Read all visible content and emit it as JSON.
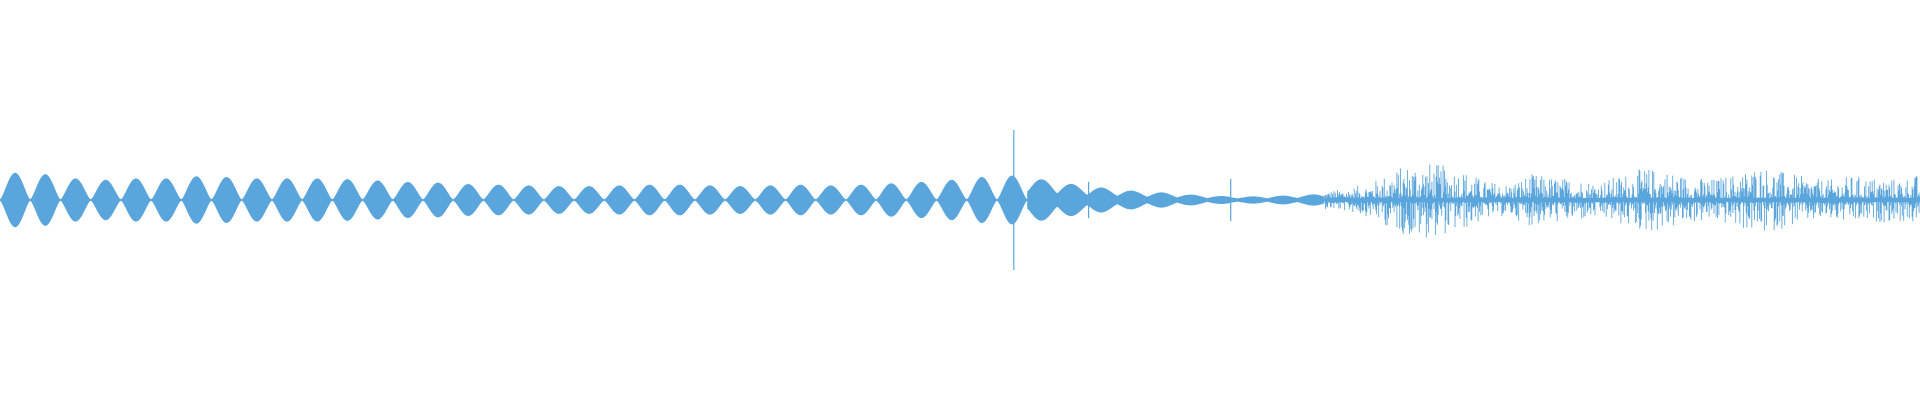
{
  "waveform": {
    "color": "#5aa5dc",
    "background": "#ffffff",
    "description_free": true,
    "segments": {
      "pulses": {
        "count": 34,
        "amplitude_envelope": [
          0.38,
          0.36,
          0.3,
          0.28,
          0.3,
          0.3,
          0.33,
          0.32,
          0.3,
          0.3,
          0.3,
          0.29,
          0.27,
          0.25,
          0.24,
          0.22,
          0.21,
          0.2,
          0.19,
          0.19,
          0.2,
          0.21,
          0.21,
          0.2,
          0.19,
          0.2,
          0.21,
          0.2,
          0.21,
          0.23,
          0.25,
          0.28,
          0.32,
          0.34
        ]
      },
      "transition": {
        "envelope": [
          0.32,
          0.26,
          0.2,
          0.16,
          0.12,
          0.1,
          0.07,
          0.05,
          0.04,
          0.05,
          0.06,
          0.08
        ]
      },
      "noise": {
        "envelope": [
          0.1,
          0.14,
          0.22,
          0.4,
          0.55,
          0.48,
          0.42,
          0.25,
          0.2,
          0.35,
          0.3,
          0.28,
          0.24,
          0.34,
          0.44,
          0.4,
          0.3,
          0.28,
          0.36,
          0.48,
          0.38,
          0.3,
          0.26,
          0.32,
          0.3,
          0.28,
          0.34
        ]
      },
      "spikes": [
        {
          "position": 0.136,
          "amplitude": 0.22
        },
        {
          "position": 0.528,
          "amplitude": 1.0
        },
        {
          "position": 0.567,
          "amplitude": 0.26
        },
        {
          "position": 0.641,
          "amplitude": 0.3
        }
      ]
    }
  }
}
